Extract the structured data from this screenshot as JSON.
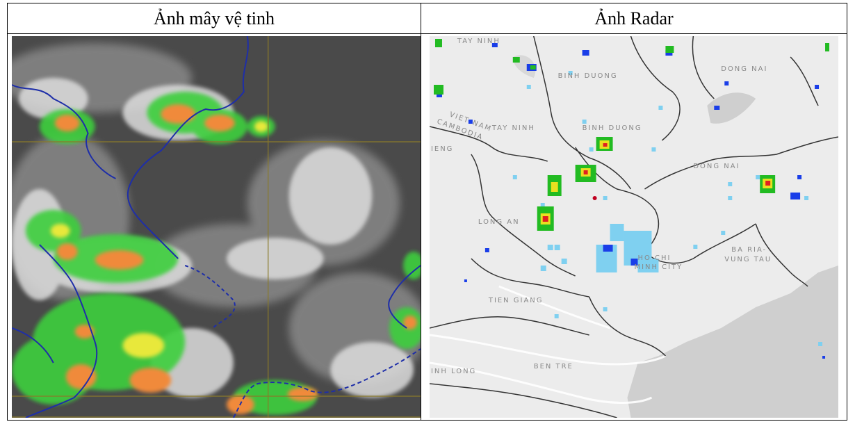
{
  "table": {
    "headers": [
      {
        "text": "Ảnh mây vệ tinh"
      },
      {
        "text": "Ảnh Radar"
      }
    ]
  },
  "satellite": {
    "colors": {
      "background": "#4a4a4a",
      "cloud": "#d9d9d9",
      "green": "#3ecf3e",
      "yellow": "#e8e83a",
      "orange": "#f08a3a",
      "coast": "#1e2ea8",
      "grid": "#8a7a2a"
    }
  },
  "radar_map": {
    "colors": {
      "land": "#ececec",
      "sea": "#cfcfcf",
      "border": "#333333",
      "rain_light": "#7fd0f0",
      "rain_blue": "#1a3ee8",
      "rain_green": "#22bb22",
      "rain_yellow": "#e8e020",
      "rain_red": "#e02020"
    },
    "labels": {
      "tay_ninh_top": "TAY NINH",
      "binh_duong_top": "BINH DUONG",
      "dong_nai_top": "DONG NAI",
      "viet_nam": "VIET NAM",
      "cambodia": "CAMBODIA",
      "tay_ninh": "TAY NINH",
      "binh_duong": "BINH DUONG",
      "ieng": "IENG",
      "dong_nai": "DONG NAI",
      "long_an": "LONG AN",
      "ho_chi": "HO CHI",
      "minh_city": "MINH CITY",
      "ba_ria": "BA RIA-",
      "vung_tau": "VUNG TAU",
      "tien_giang": "TIEN GIANG",
      "ben_tre": "BEN TRE",
      "vinh_long": "INH LONG"
    }
  }
}
